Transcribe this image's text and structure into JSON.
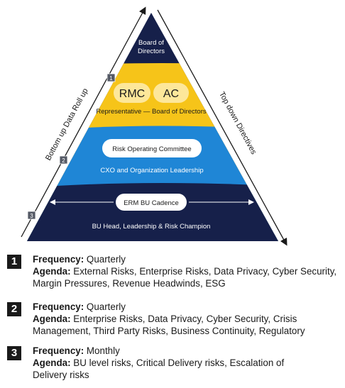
{
  "pyramid": {
    "top_label_line1": "Board of",
    "top_label_line2": "Directors",
    "tier1": {
      "badge": "1",
      "pill_left": "RMC",
      "pill_right": "AC",
      "caption": "Representative — Board of Directors"
    },
    "tier2": {
      "badge": "2",
      "pill": "Risk Operating Committee",
      "caption": "CXO and Organization Leadership"
    },
    "tier3": {
      "badge": "3",
      "pill": "ERM BU Cadence",
      "caption": "BU Head, Leadership & Risk Champion"
    },
    "left_arrow_label": "Bottom up Data Roll up",
    "right_arrow_label": "Top down Directives",
    "colors": {
      "navy": "#16204a",
      "yellow": "#f6c419",
      "blue": "#1f86d6"
    }
  },
  "legend": [
    {
      "num": "1",
      "freq_label": "Frequency:",
      "freq_value": " Quarterly",
      "agenda_label": "Agenda:",
      "agenda_line1": " External Risks, Enterprise Risks, Data Privacy, Cyber Security,",
      "agenda_line2": "Margin Pressures, Revenue Headwinds, ESG"
    },
    {
      "num": "2",
      "freq_label": "Frequency:",
      "freq_value": " Quarterly",
      "agenda_label": "Agenda:",
      "agenda_line1": " Enterprise Risks, Data Privacy, Cyber Security, Crisis",
      "agenda_line2": "Management, Third Party Risks, Business Continuity, Regulatory"
    },
    {
      "num": "3",
      "freq_label": "Frequency:",
      "freq_value": " Monthly",
      "agenda_label": "Agenda:",
      "agenda_line1": " BU level risks, Critical Delivery risks, Escalation of",
      "agenda_line2": "Delivery risks"
    }
  ]
}
